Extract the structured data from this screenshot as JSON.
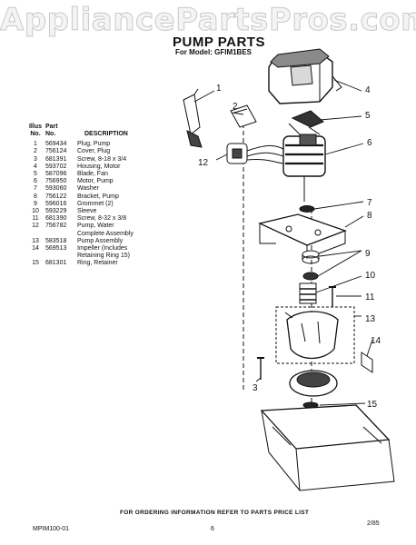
{
  "watermark": "AppliancePartsPros.com",
  "title": "PUMP PARTS",
  "subtitle": "For Model: GFIM1BES",
  "table": {
    "headers": {
      "illus": [
        "Illus",
        "No."
      ],
      "part": [
        "Part",
        "No."
      ],
      "description": "DESCRIPTION"
    },
    "rows": [
      {
        "illus": "1",
        "part": "569434",
        "desc": [
          "Plug, Pump"
        ]
      },
      {
        "illus": "2",
        "part": "756124",
        "desc": [
          "Cover, Plug"
        ]
      },
      {
        "illus": "3",
        "part": "681391",
        "desc": [
          "Screw, 8-18 x 3/4"
        ]
      },
      {
        "illus": "4",
        "part": "593702",
        "desc": [
          "Housing, Motor"
        ]
      },
      {
        "illus": "5",
        "part": "587096",
        "desc": [
          "Blade, Fan"
        ]
      },
      {
        "illus": "6",
        "part": "756950",
        "desc": [
          "Motor, Pump"
        ]
      },
      {
        "illus": "7",
        "part": "593060",
        "desc": [
          "Washer"
        ]
      },
      {
        "illus": "8",
        "part": "756122",
        "desc": [
          "Bracket, Pump"
        ]
      },
      {
        "illus": "9",
        "part": "596016",
        "desc": [
          "Grommet (2)"
        ]
      },
      {
        "illus": "10",
        "part": "593229",
        "desc": [
          "Sleeve"
        ]
      },
      {
        "illus": "11",
        "part": "681390",
        "desc": [
          "Screw, 8-32 x 3/8"
        ]
      },
      {
        "illus": "12",
        "part": "756782",
        "desc": [
          "Pump, Water",
          "Complete Assembly"
        ]
      },
      {
        "illus": "13",
        "part": "583518",
        "desc": [
          "Pump Assembly"
        ]
      },
      {
        "illus": "14",
        "part": "569513",
        "desc": [
          "Impeller (Includes",
          "Retaining Ring 15)"
        ]
      },
      {
        "illus": "15",
        "part": "681301",
        "desc": [
          "Ring, Retainer"
        ]
      }
    ]
  },
  "callouts": [
    "1",
    "2",
    "3",
    "4",
    "5",
    "6",
    "7",
    "8",
    "9",
    "10",
    "11",
    "12",
    "13",
    "14",
    "15"
  ],
  "footer": {
    "note": "FOR ORDERING INFORMATION REFER TO PARTS PRICE LIST",
    "doc_id": "MPIM100-01",
    "page": "6",
    "date": "2/85"
  }
}
